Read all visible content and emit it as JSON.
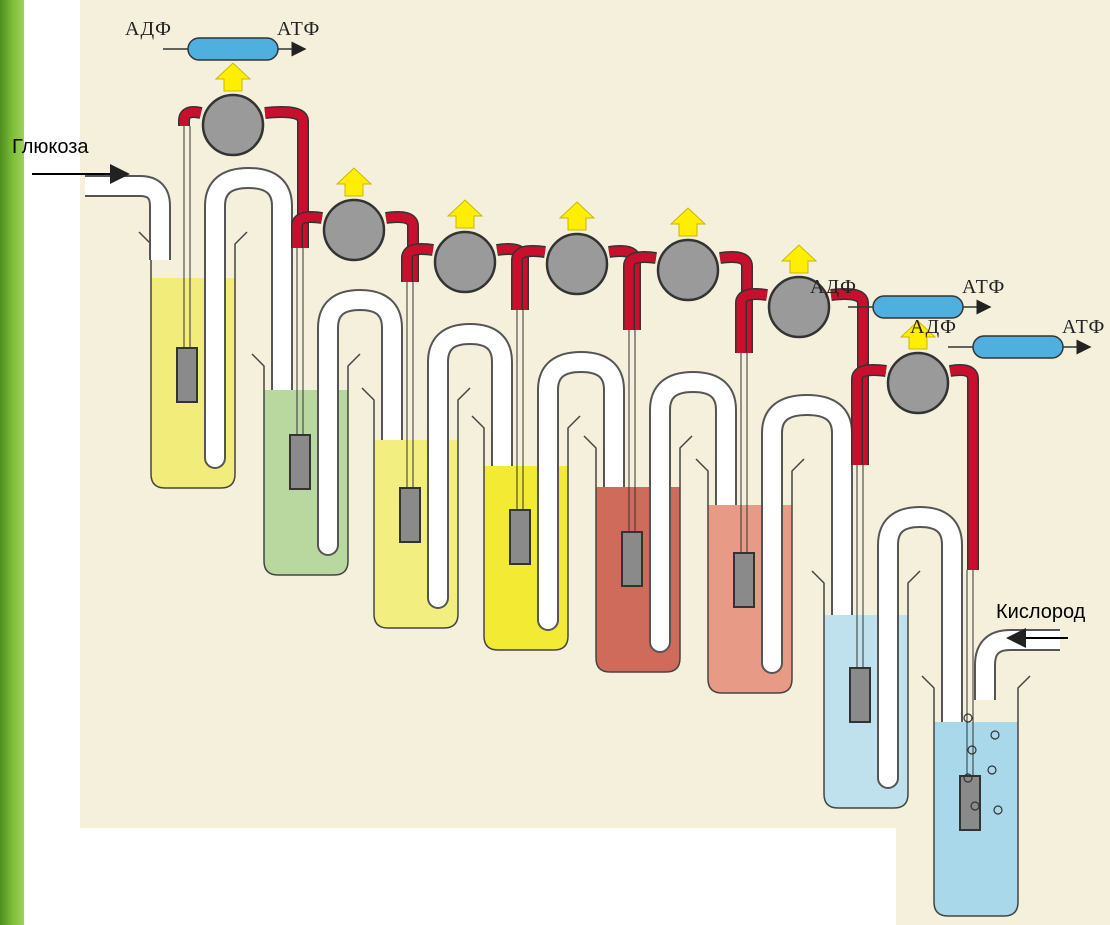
{
  "labels": {
    "input": "Глюкоза",
    "output": "Кислород",
    "adp": "АДФ",
    "atp": "АТФ"
  },
  "colors": {
    "sidebar": "#6aa82c",
    "paper": "#f5f0dc",
    "tube": "#ffffff",
    "wire": "#c8102e",
    "motor": "#9a9a9a",
    "arrow": "#ffee00",
    "enzyme": "#4fb0e0"
  },
  "stages": [
    {
      "liquid": "yellow",
      "liquid_color": "#f2ec7a"
    },
    {
      "liquid": "green",
      "liquid_color": "#b8d8a0"
    },
    {
      "liquid": "yellow",
      "liquid_color": "#f3ee80"
    },
    {
      "liquid": "yellow",
      "liquid_color": "#f2ea33"
    },
    {
      "liquid": "red",
      "liquid_color": "#cf6b5a"
    },
    {
      "liquid": "pink",
      "liquid_color": "#e79a86"
    },
    {
      "liquid": "blue",
      "liquid_color": "#bfe1ee"
    },
    {
      "liquid": "blue",
      "liquid_color": "#a9d8ea"
    }
  ],
  "atp_arrows": [
    {
      "stage": 0,
      "adp": "АДФ",
      "atp": "АТФ"
    },
    {
      "stage": 6,
      "adp": "АДФ",
      "atp": "АТФ"
    },
    {
      "stage": 7,
      "adp": "АДФ",
      "atp": "АТФ"
    }
  ]
}
